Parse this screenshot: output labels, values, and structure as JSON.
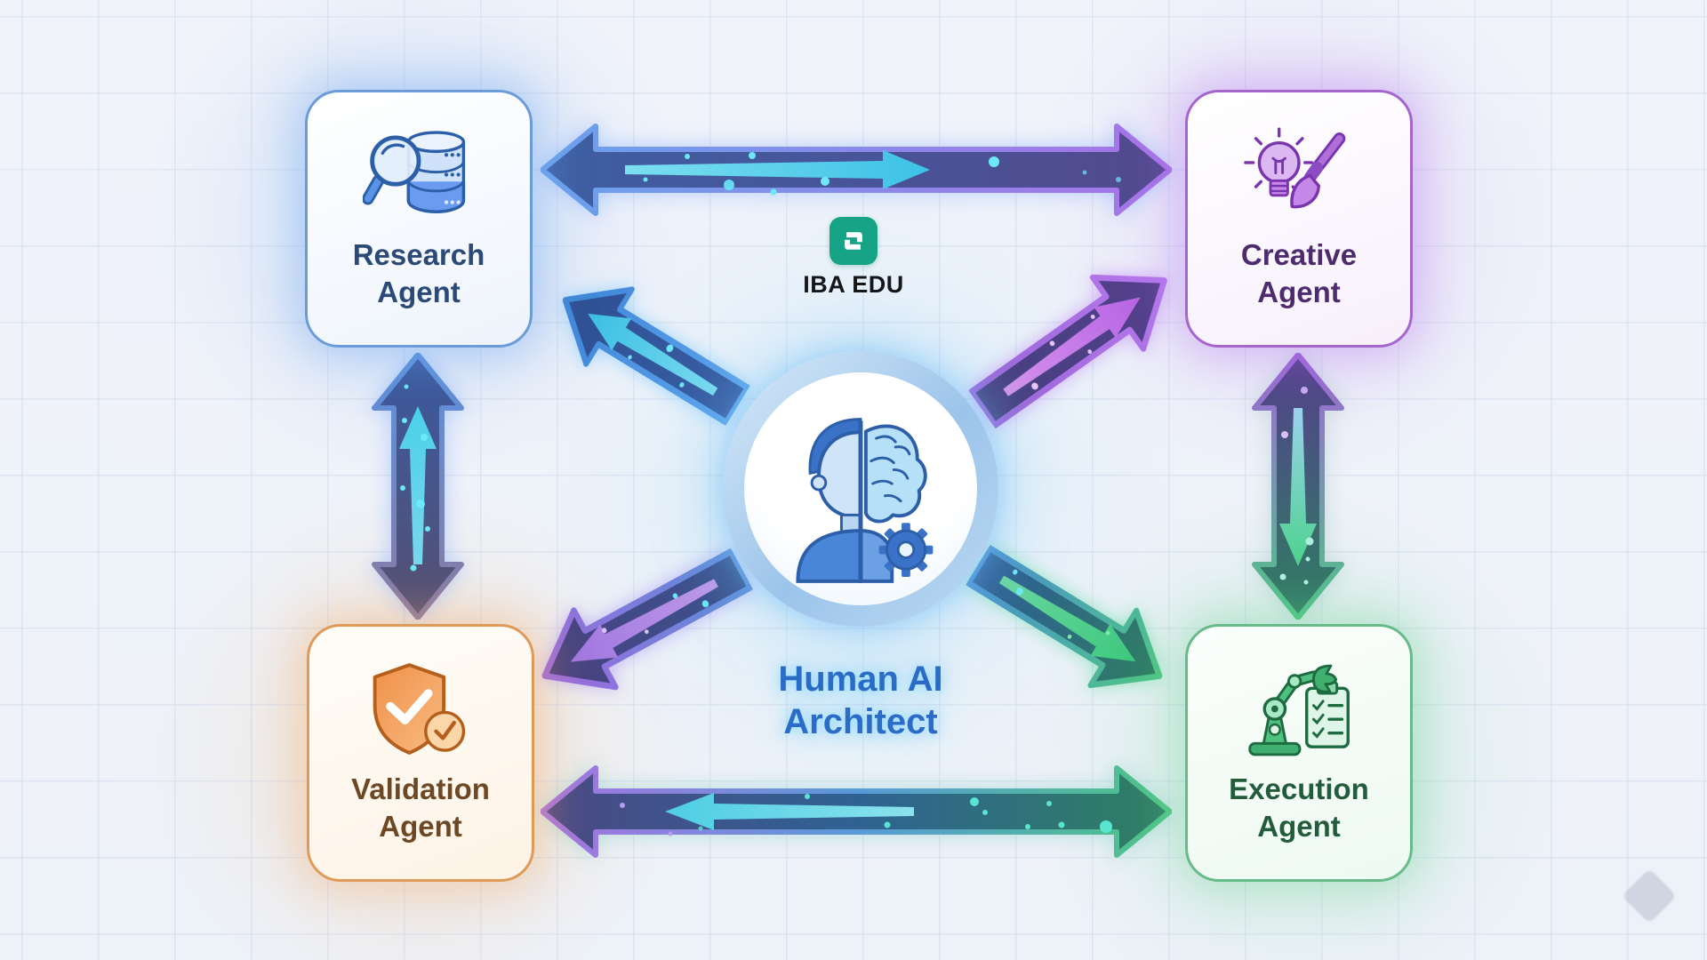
{
  "brand": {
    "name": "IBA EDU",
    "logo_color": "#17a385",
    "logo_icon": "interlocked-arrows-icon"
  },
  "center": {
    "line1": "Human AI",
    "line2": "Architect",
    "icon": "human-brain-gear-icon",
    "text_color": "#2a6cc8"
  },
  "agents": {
    "research": {
      "line1": "Research",
      "line2": "Agent",
      "icon": "magnifier-database-icon",
      "accent": "#3b76d1",
      "label_color": "#2b4a78"
    },
    "creative": {
      "line1": "Creative",
      "line2": "Agent",
      "icon": "lightbulb-paintbrush-icon",
      "accent": "#9b59c9",
      "label_color": "#4e2a6e"
    },
    "validation": {
      "line1": "Validation",
      "line2": "Agent",
      "icon": "shield-check-icon",
      "accent": "#e8923f",
      "label_color": "#6e4823"
    },
    "execution": {
      "line1": "Execution",
      "line2": "Agent",
      "icon": "robot-arm-checklist-icon",
      "accent": "#3fae6e",
      "label_color": "#235c3a"
    }
  },
  "connections": [
    {
      "from": "research",
      "to": "creative",
      "style": "double-headed",
      "gradient": [
        "#6aa2ec",
        "#a873e8"
      ]
    },
    {
      "from": "validation",
      "to": "execution",
      "style": "double-headed",
      "gradient": [
        "#a873e0",
        "#5a9ad8",
        "#4ec584"
      ]
    },
    {
      "from": "research",
      "to": "validation",
      "style": "double-headed",
      "gradient": [
        "#5a92e0",
        "#8a7aa2"
      ]
    },
    {
      "from": "creative",
      "to": "execution",
      "style": "double-headed",
      "gradient": [
        "#a065d8",
        "#4ec584"
      ]
    },
    {
      "from": "center",
      "to": "research",
      "style": "single-headed",
      "gradient": [
        "#5da4ec",
        "#3f86d8"
      ]
    },
    {
      "from": "center",
      "to": "creative",
      "style": "single-headed",
      "gradient": [
        "#9a66d8",
        "#b678ec"
      ]
    },
    {
      "from": "center",
      "to": "validation",
      "style": "single-headed",
      "gradient": [
        "#5b8fd8",
        "#9d6ade"
      ]
    },
    {
      "from": "center",
      "to": "execution",
      "style": "single-headed",
      "gradient": [
        "#4a8fd0",
        "#4ec584"
      ]
    }
  ]
}
